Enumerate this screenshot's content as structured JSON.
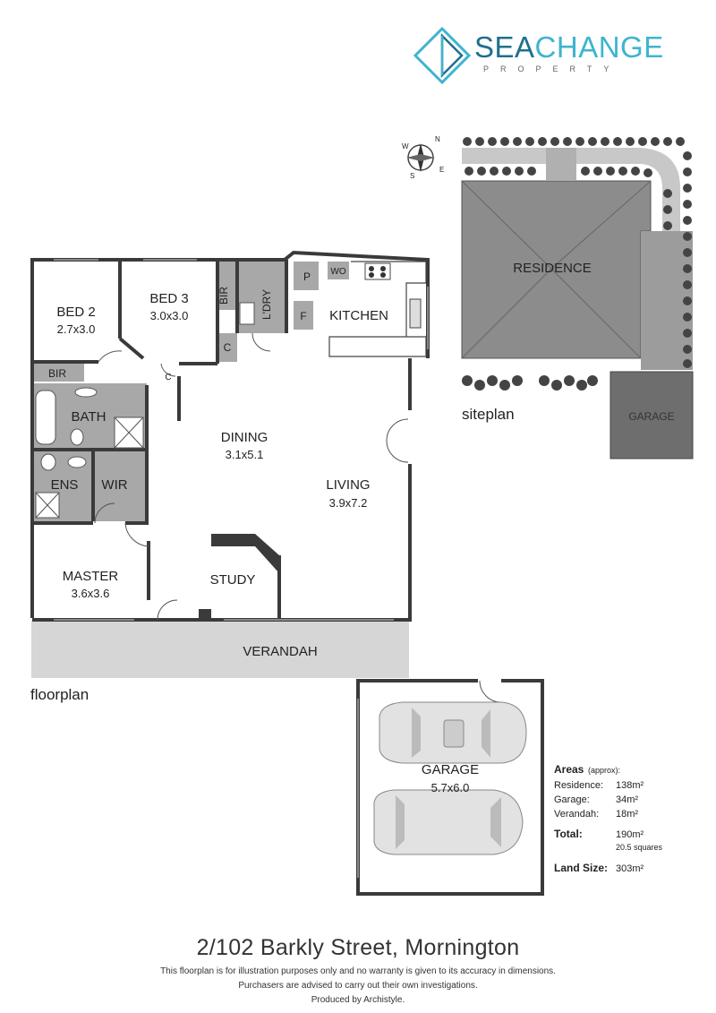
{
  "brand": {
    "name_part1": "SEA",
    "name_part2": "CHANGE",
    "sub": "PROPERTY",
    "color_light": "#3fb4cf",
    "color_dark": "#1e6f8c"
  },
  "compass": {
    "n": "N",
    "s": "S",
    "e": "E",
    "w": "W"
  },
  "floorplan": {
    "label": "floorplan",
    "rooms": {
      "bed2": {
        "name": "BED 2",
        "dim": "2.7x3.0"
      },
      "bed3": {
        "name": "BED 3",
        "dim": "3.0x3.0"
      },
      "bir_bed3": "BIR",
      "bir_bed2": "BIR",
      "laundry": "L'DRY",
      "pantry": "P",
      "fridge": "F",
      "wo": "WO",
      "kitchen": "KITCHEN",
      "c1": "C",
      "c2": "C",
      "bath": "BATH",
      "ens": "ENS",
      "wir": "WIR",
      "dining": {
        "name": "DINING",
        "dim": "3.1x5.1"
      },
      "living": {
        "name": "LIVING",
        "dim": "3.9x7.2"
      },
      "master": {
        "name": "MASTER",
        "dim": "3.6x3.6"
      },
      "study": "STUDY",
      "verandah": "VERANDAH",
      "garage": {
        "name": "GARAGE",
        "dim": "5.7x6.0"
      }
    }
  },
  "siteplan": {
    "label": "siteplan",
    "residence": "RESIDENCE",
    "garage": "GARAGE"
  },
  "areas": {
    "title": "Areas",
    "approx": "(approx):",
    "rows": [
      {
        "label": "Residence:",
        "value": "138m²"
      },
      {
        "label": "Garage:",
        "value": "34m²"
      },
      {
        "label": "Verandah:",
        "value": "18m²"
      }
    ],
    "total_label": "Total:",
    "total_value": "190m²",
    "squares": "20.5 squares",
    "land_label": "Land Size:",
    "land_value": "303m²"
  },
  "footer": {
    "address": "2/102 Barkly Street, Mornington",
    "disclaimer1": "This floorplan is for illustration purposes only and no warranty is given to its accuracy in dimensions.",
    "disclaimer2": "Purchasers are advised to carry out their own investigations.",
    "produced": "Produced by Archistyle."
  },
  "colors": {
    "wall": "#3a3a3a",
    "wet_area": "#a8a8a8",
    "verandah": "#d6d6d6",
    "roof": "#8c8c8c",
    "site_garage": "#6e6e6e",
    "driveway": "#c8c8c8",
    "tree": "#444444"
  }
}
